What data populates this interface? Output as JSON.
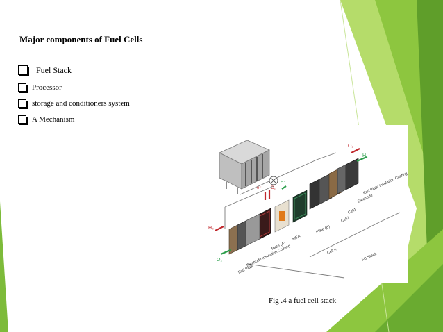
{
  "slide": {
    "title": "Major components of Fuel Cells",
    "bullets": [
      "Fuel Stack",
      "Processor",
      "storage and conditioners system",
      "A Mechanism"
    ],
    "figure_caption": "Fig .4 a fuel cell stack"
  },
  "figure": {
    "labels": {
      "h2_top": "H₂",
      "o2_top": "O₂",
      "end_plate_coating_top": "End Plate Insulation Coating",
      "electrode_top": "Electrode",
      "cell1": "Cell1",
      "cell2": "Cell2",
      "plate_b": "Plate (B)",
      "mea": "MEA",
      "plate_a": "Plate (A)",
      "cell_n": "Cell n",
      "fc_stack": "FC Stack",
      "electrode_bottom": "Electrode Insulation Coating",
      "end_plate_bottom": "End Plate",
      "h2_bottom": "H₂",
      "o2_bottom": "O₂",
      "e_minus": "e⁻",
      "h_plus": "H⁺",
      "o2_mid": "O₂"
    }
  },
  "colors": {
    "accent_green": "#8dc63f",
    "accent_dark_green": "#5f9e2a",
    "accent_light_green": "#b5dc6a",
    "arrow_red": "#c0282d",
    "arrow_green": "#2a9d4a"
  }
}
